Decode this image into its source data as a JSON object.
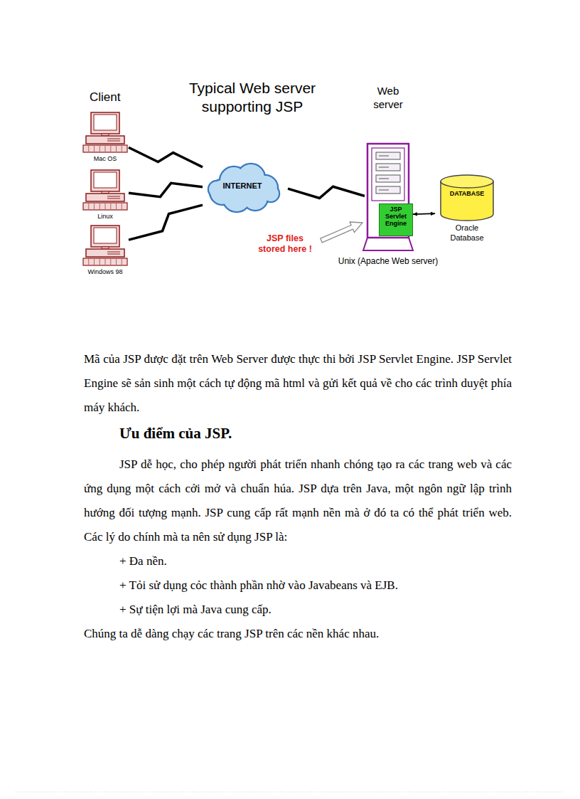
{
  "diagram": {
    "title": "Typical Web server supporting JSP",
    "nodes": [
      {
        "text": [
          "Mac OS"
        ]
      },
      {
        "text": [
          "Linux"
        ]
      },
      {
        "text": [
          "Windows 98"
        ]
      },
      {
        "text": [
          "INTERNET"
        ]
      },
      {
        "text": [
          "Web server",
          "Unix (Apache Web server)"
        ]
      },
      {
        "text": [
          "JSP Servlet Engine"
        ],
        "in": 4
      },
      {
        "text": [
          "DATABASE",
          "Oracle Database"
        ]
      }
    ],
    "edges": [
      {
        "from": 0,
        "to": 3,
        "arrow": "none"
      },
      {
        "from": 1,
        "to": 3,
        "arrow": "none"
      },
      {
        "from": 2,
        "to": 3,
        "arrow": "none"
      },
      {
        "from": 3,
        "to": 4,
        "arrow": "none"
      },
      {
        "from": 5,
        "to": 6,
        "arrow": "both"
      }
    ],
    "labels": [
      "Client",
      "JSP files stored here !",
      "Mã của JSP được đặt trên Web Server được thực thi bởi JSP Servlet Engine. JSP Servlet Engine sẽ sản sinh một cách tự động mã html và gửi kết quả về cho các trình duyệt phía máy khách.",
      "Ưu điểm của JSP.",
      "JSP dễ học, cho phép người phát triển nhanh chóng tạo ra các trang web và các ứng dụng một cách cởi mở và chuẩn húa. JSP dựa trên Java, một ngôn ngữ lập trình hướng đối tượng mạnh. JSP cung cấp rất mạnh nền mà ở đó ta có thể phát triển web. Các lý do chính mà ta nên sử dụng JSP là:",
      "+ Đa nền.",
      "+ Tỏi sử dụng cỏc thành phần nhờ vào Javabeans và EJB.",
      "+ Sự tiện lợi mà Java cung cấp.",
      "Chúng ta dễ dàng chạy các trang JSP trên các nền khác nhau."
    ]
  }
}
